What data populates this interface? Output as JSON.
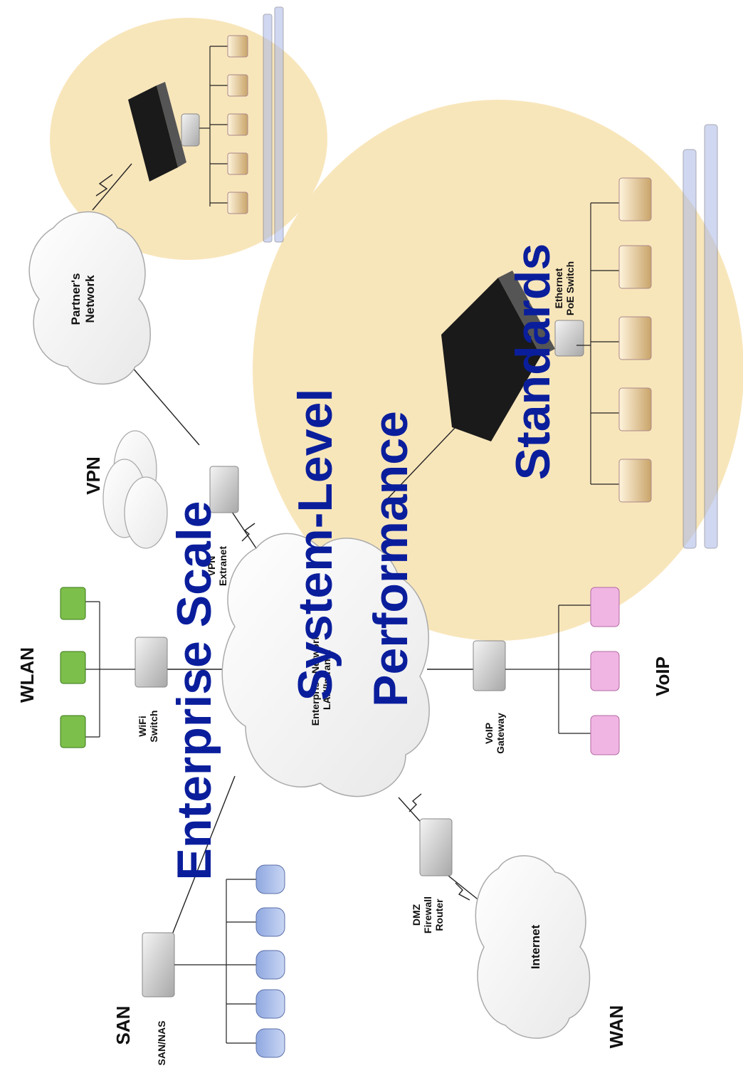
{
  "captions": {
    "enterprise_scale": "Enterprise Scale",
    "system_level": "System-Level",
    "performance": "Performance",
    "standards": "Standards"
  },
  "sections": {
    "vpn": "VPN",
    "wlan": "WLAN",
    "voip": "VoIP",
    "san": "SAN",
    "wan": "WAN"
  },
  "nodes": {
    "partner_network_1": "Partner's",
    "partner_network_2": "Network",
    "vpn_extranet_1": "VPN",
    "vpn_extranet_2": "Extranet",
    "wifi_switch_1": "WiFi",
    "wifi_switch_2": "Switch",
    "voip_gateway_1": "VoIP",
    "voip_gateway_2": "Gateway",
    "dmz_1": "DMZ",
    "dmz_2": "Firewall",
    "dmz_3": "Router",
    "san_nas": "SAN/NAS",
    "internet": "Internet",
    "poe_switch_1": "Ethernet",
    "poe_switch_2": "PoE Switch",
    "enterprise_1": "Enterprise Network",
    "enterprise_2": "LAN/Intranet"
  }
}
